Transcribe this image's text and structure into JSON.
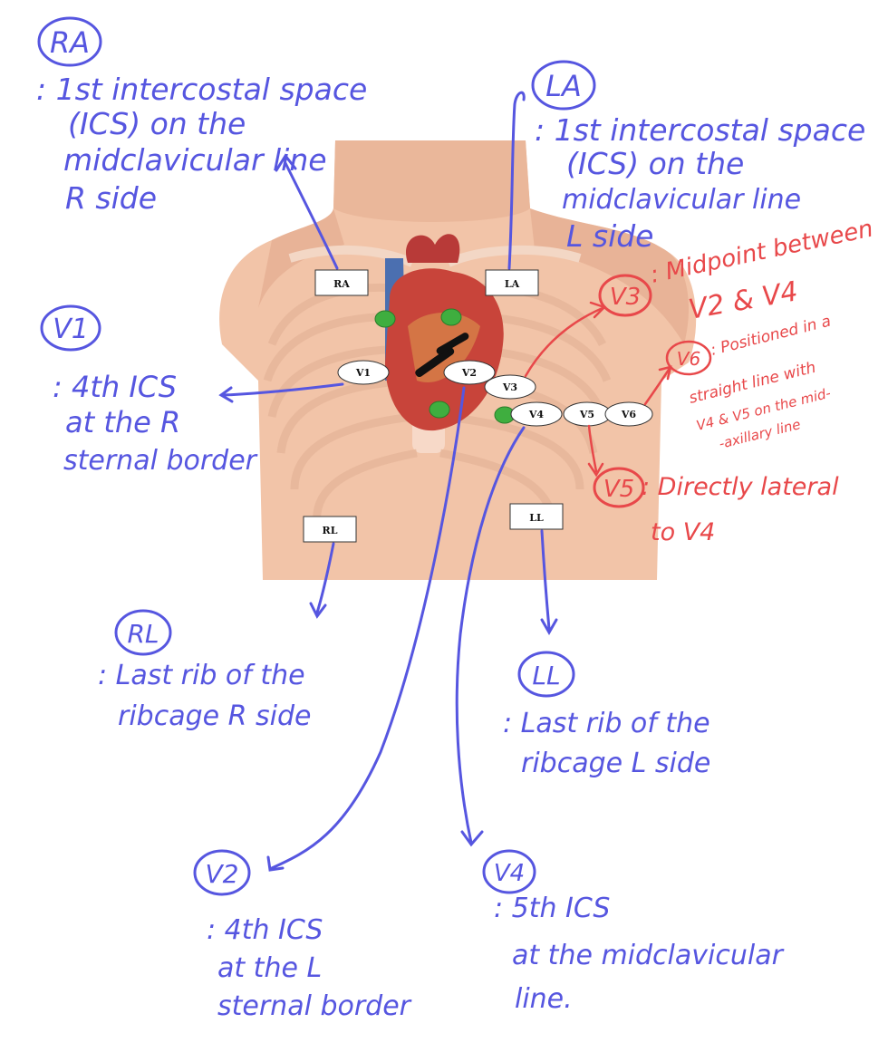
{
  "colors": {
    "ink_blue": "#5656e0",
    "ink_red": "#e8484a",
    "skin": "#f2c4a8",
    "skin_dark": "#d89a7c",
    "heart": "#c8443a",
    "electrode_green": "#3fae3f"
  },
  "electrode_boxes": {
    "ra": "RA",
    "la": "LA",
    "rl": "RL",
    "ll": "LL",
    "v1": "V1",
    "v2": "V2",
    "v3": "V3",
    "v4": "V4",
    "v5": "V5",
    "v6": "V6"
  },
  "annotations": {
    "ra": {
      "tag": "RA",
      "lines": [
        ": 1st intercostal space",
        "(ICS) on the",
        "midclavicular line",
        "R side"
      ]
    },
    "la": {
      "tag": "LA",
      "lines": [
        ": 1st intercostal space",
        "(ICS) on the",
        "midclavicular line",
        "L side"
      ]
    },
    "v1": {
      "tag": "V1",
      "lines": [
        ": 4th ICS",
        "at the R",
        "sternal border"
      ]
    },
    "v3": {
      "tag": "V3",
      "lines": [
        ": Midpoint between",
        "V2 & V4"
      ]
    },
    "v6": {
      "tag": "V6",
      "lines": [
        ": Positioned in a",
        "straight line with",
        "V4 & V5 on the mid-",
        "-axillary line"
      ]
    },
    "v5": {
      "tag": "V5",
      "lines": [
        ": Directly lateral",
        "to V4"
      ]
    },
    "rl": {
      "tag": "RL",
      "lines": [
        ": Last rib of the",
        "ribcage R side"
      ]
    },
    "ll": {
      "tag": "LL",
      "lines": [
        ": Last rib of the",
        "ribcage L side"
      ]
    },
    "v2": {
      "tag": "V2",
      "lines": [
        ": 4th ICS",
        "at the L",
        "sternal border"
      ]
    },
    "v4": {
      "tag": "V4",
      "lines": [
        ": 5th ICS",
        "at the midclavicular",
        "line."
      ]
    }
  }
}
